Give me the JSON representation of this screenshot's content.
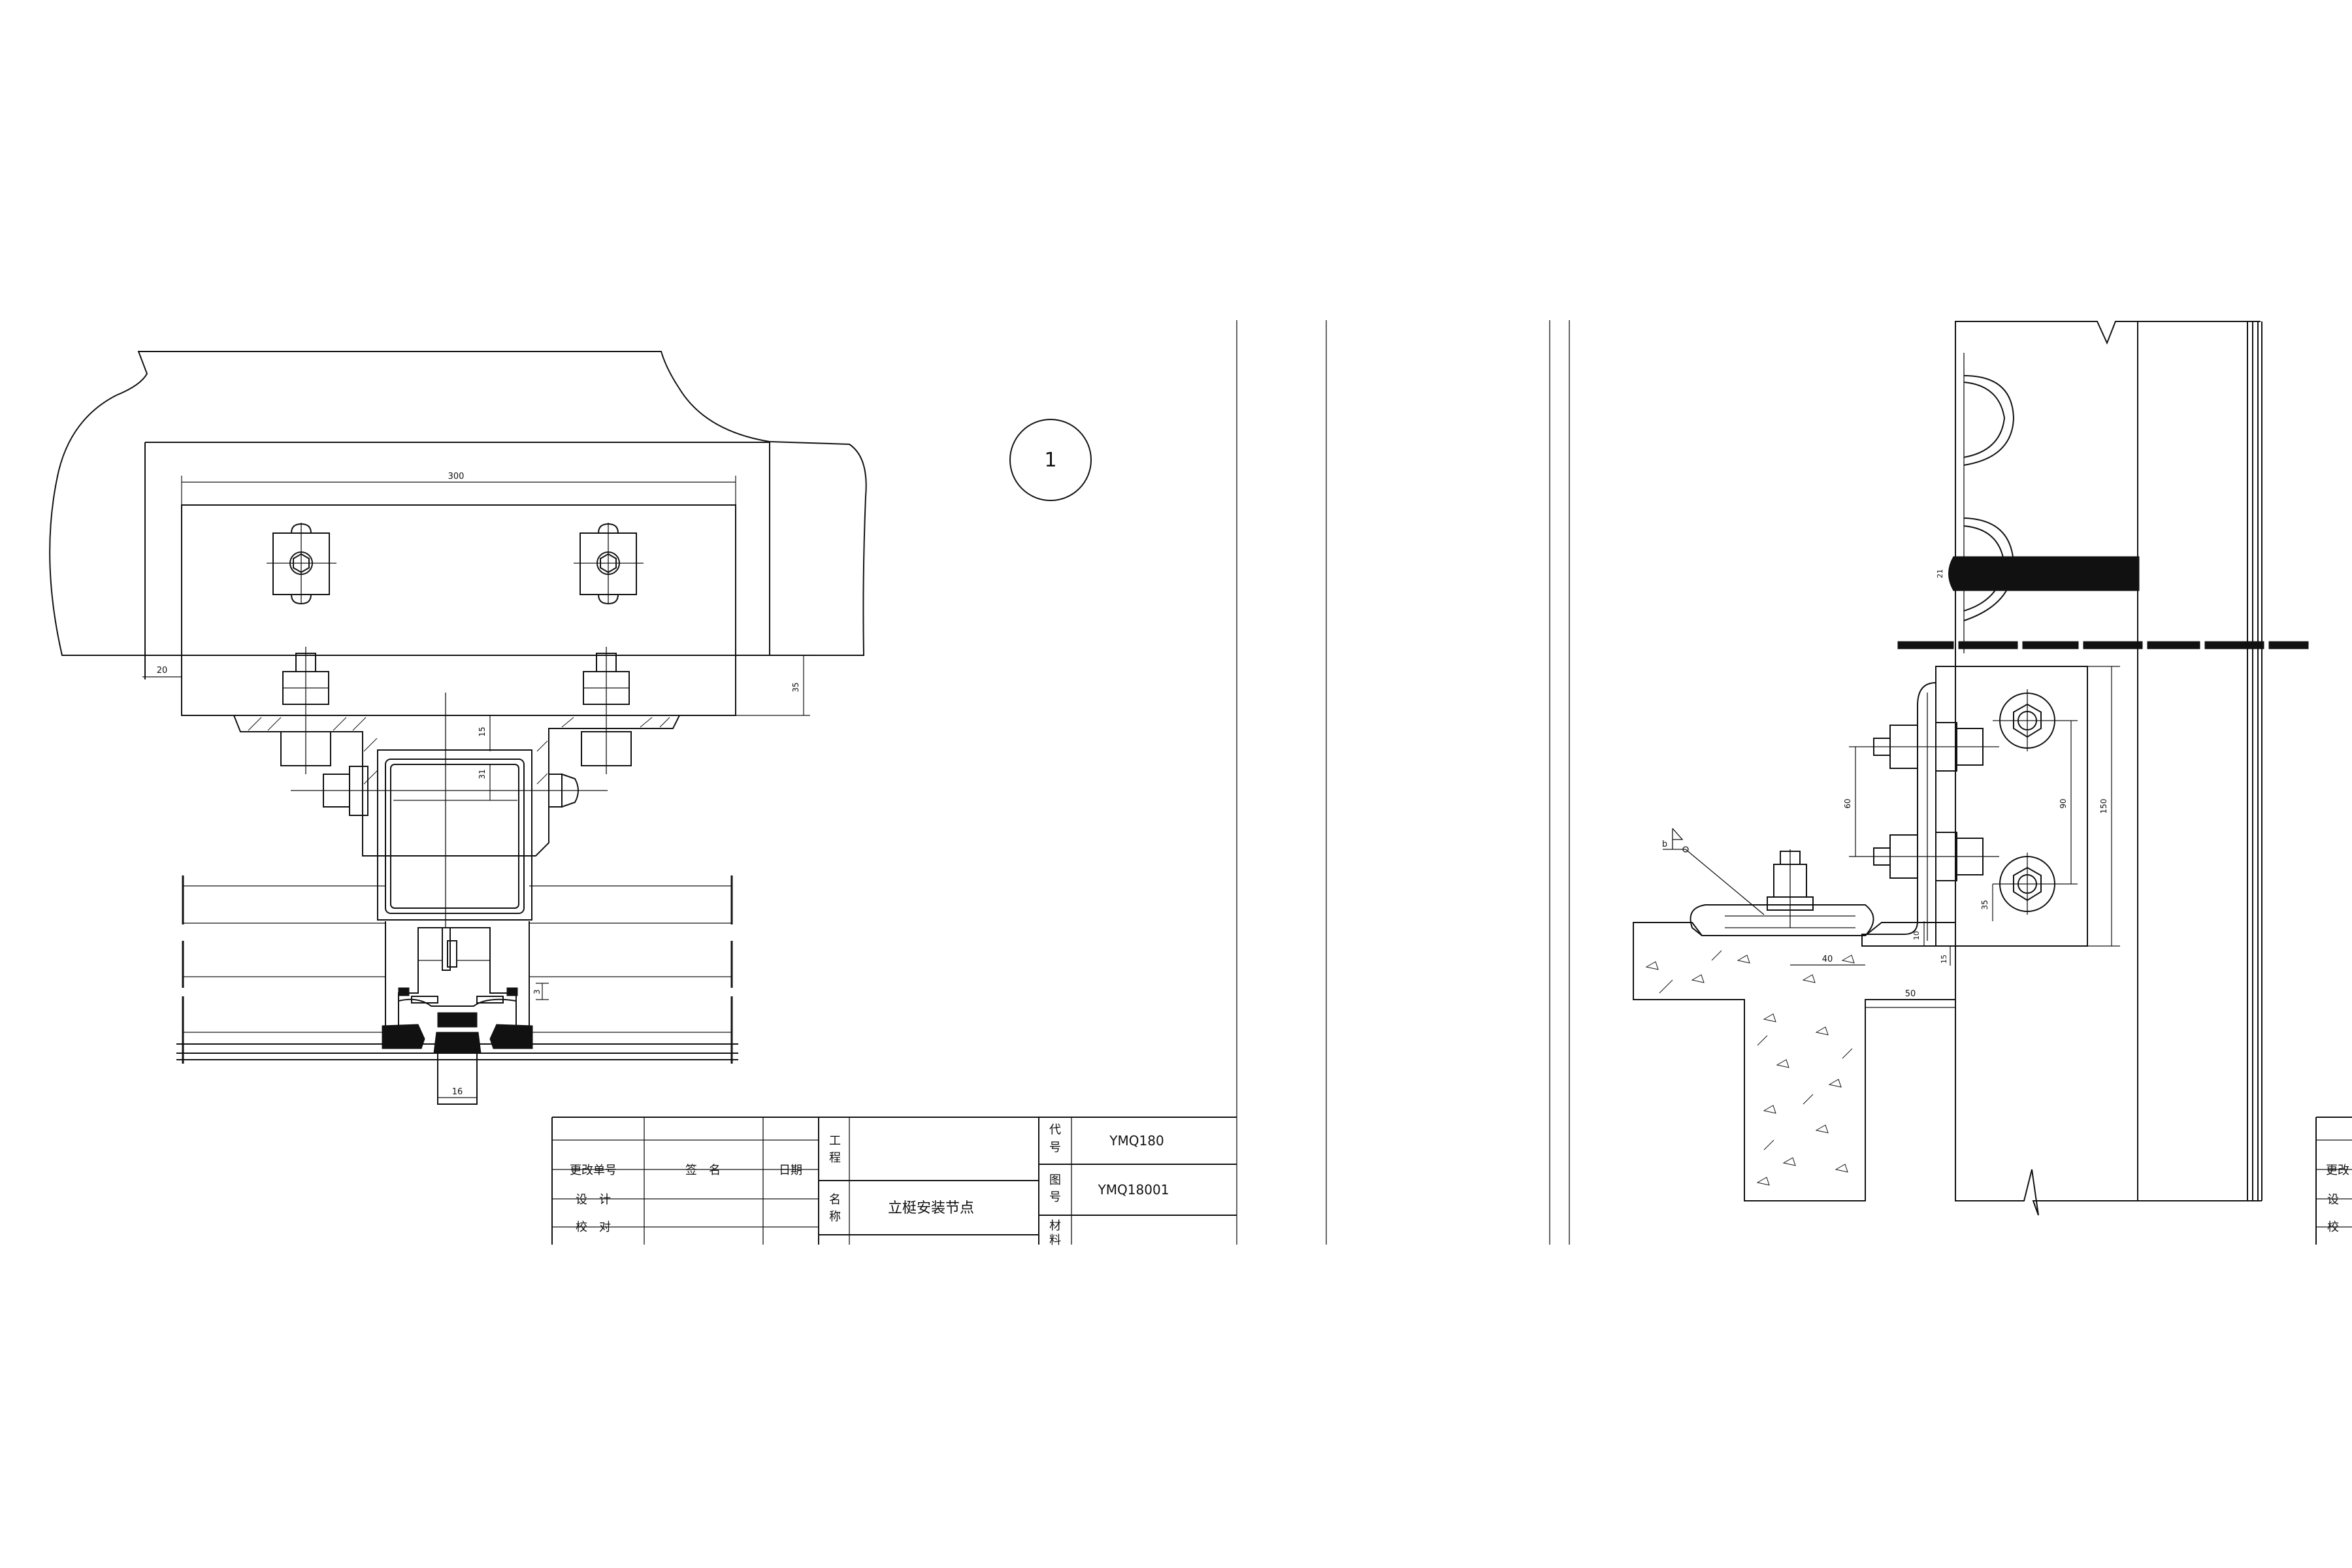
{
  "left_detail": {
    "detail_number": "1",
    "dimensions": {
      "plate_width": "300",
      "left_offset": "20",
      "plate_depth": "35",
      "top_gap": "15",
      "tube_gap": "31",
      "small_gap": "3",
      "joint_width": "16"
    }
  },
  "right_detail": {
    "weld_symbol": "b",
    "dimensions": {
      "anchor_depth": "21",
      "bolt_spacing_vertical": "60",
      "hole_spacing": "90",
      "plate_height": "150",
      "lower_offset": "35",
      "base_offset": "10",
      "edge_small": "15",
      "embed_width": "40",
      "slab_offset": "50"
    }
  },
  "title_block": {
    "change_no_label": "更改单号",
    "signature_label": "签　名",
    "date_label": "日期",
    "design_label": "设　计",
    "check_label": "校　对",
    "project_label_1": "工",
    "project_label_2": "程",
    "name_label_1": "名",
    "name_label_2": "称",
    "name_value": "立梃安装节点",
    "code_label_1": "代",
    "code_label_2": "号",
    "code_value": "YMQ180",
    "drawing_no_label_1": "图",
    "drawing_no_label_2": "号",
    "drawing_no_value": "YMQ18001",
    "material_label_1": "材",
    "material_label_2": "料"
  },
  "partial_title_block": {
    "change_label": "更改",
    "design_label": "设",
    "check_label": "校"
  }
}
